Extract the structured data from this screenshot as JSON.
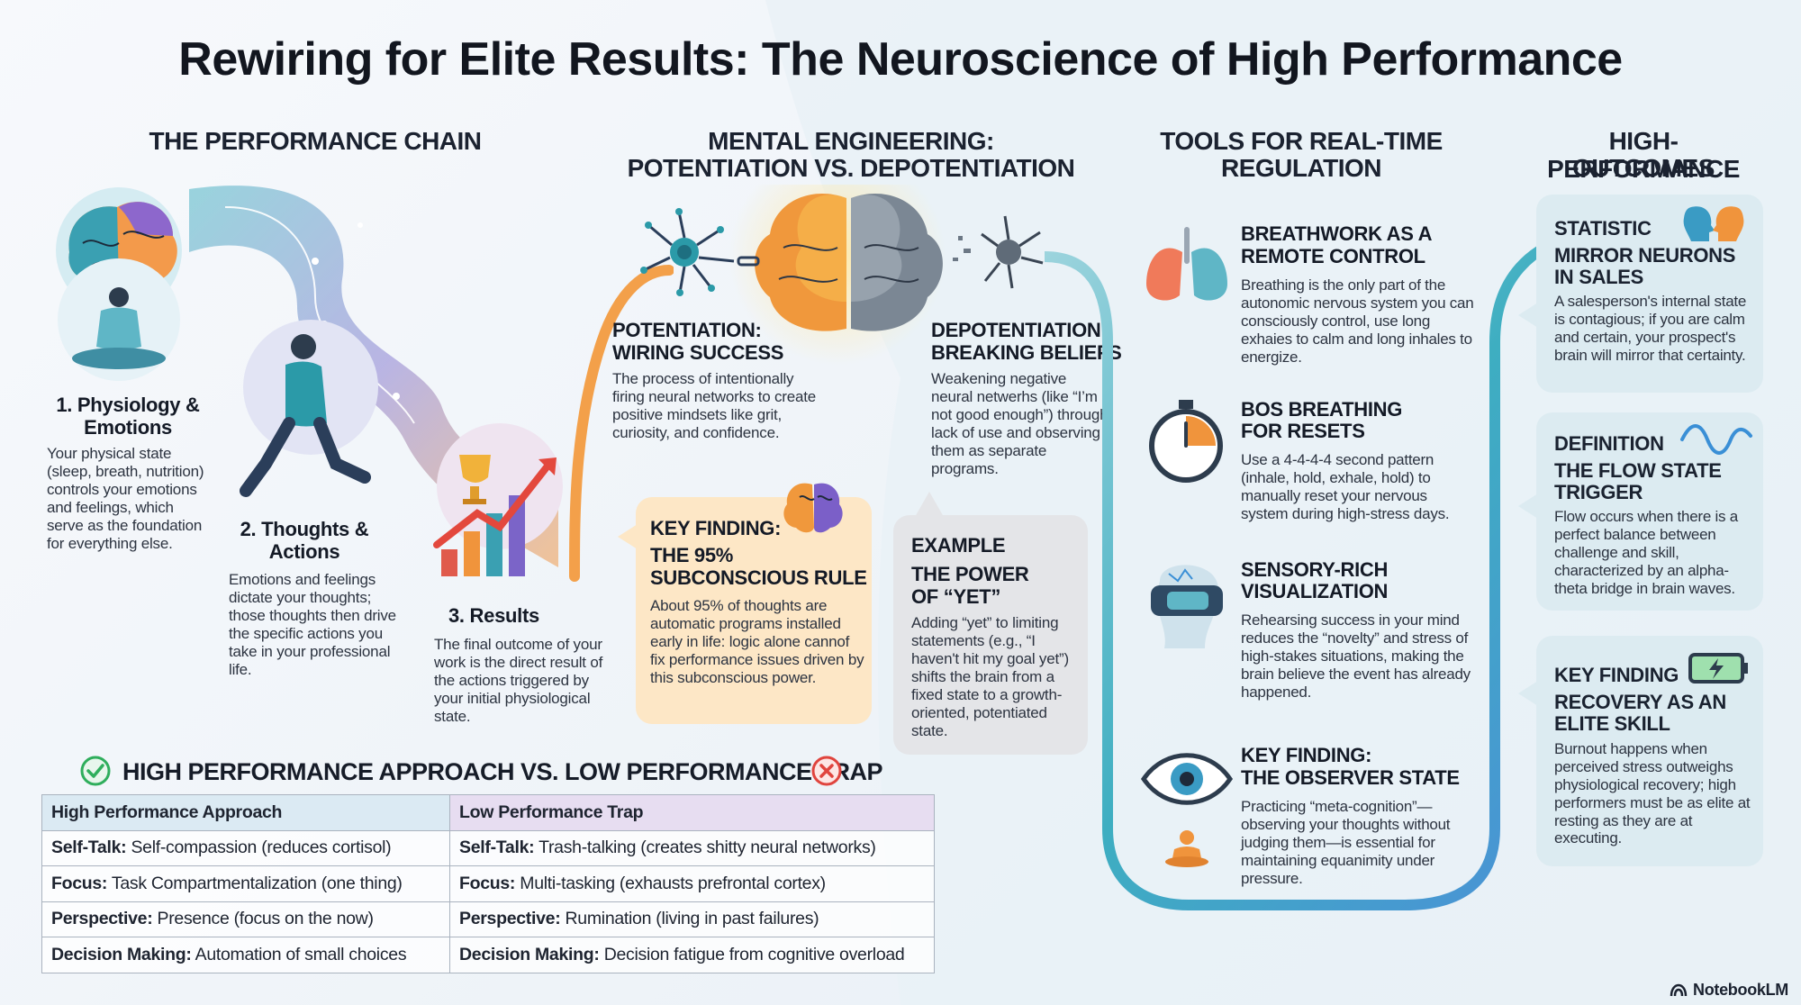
{
  "title": "Rewiring for Elite Results: The Neuroscience of High Performance",
  "chain": {
    "heading": "THE PERFORMANCE CHAIN",
    "steps": [
      {
        "title": "1. Physiology & Emotions",
        "text": "Your physical state (sleep, breath, nutrition) controls your emotions and feelings, which serve as the foundation for everything else."
      },
      {
        "title": "2. Thoughts & Actions",
        "text": "Emotions and feelings dictate your thoughts; those thoughts then drive the specific actions you take in your professional life."
      },
      {
        "title": "3. Results",
        "text": "The final outcome of your work is the direct result of the actions triggered by your initial physiological state."
      }
    ]
  },
  "mental": {
    "heading_line1": "MENTAL ENGINEERING:",
    "heading_line2": "POTENTIATION VS. DEPOTENTIATION",
    "potentiation": {
      "title_line1": "POTENTIATION:",
      "title_line2": "WIRING SUCCESS",
      "text": "The process of intentionally firing neural networks to create positive mindsets like grit, curiosity, and confidence."
    },
    "depotentiation": {
      "title_line1": "DEPOTENTIATION:",
      "title_line2": "BREAKING BELIEFS",
      "text": "Weakening negative neural netwerhs (like “I’m not good enough”) through lack of use and observing them as separate programs."
    },
    "key_finding": {
      "kicker": "KEY FINDING:",
      "title_line1": "THE 95%",
      "title_line2": "SUBCONSCIOUS RULE",
      "text": "About 95% of thoughts are automatic programs installed early in life: logic alone cannof fix performance issues driven by this subconscious power."
    },
    "example": {
      "kicker": "EXAMPLE",
      "title_line1": "THE POWER",
      "title_line2": "OF “YET”",
      "text": "Adding “yet” to limiting statements (e.g., “I haven't hit my goal yet”) shifts the brain from a fixed state to a growth-oriented, potentiated state."
    }
  },
  "tools": {
    "heading_line1": "TOOLS FOR REAL-TIME",
    "heading_line2": "REGULATION",
    "items": [
      {
        "icon": "lungs-icon",
        "title_line1": "BREATHWORK AS A",
        "title_line2": "REMOTE CONTROL",
        "text": "Breathing is the only part of the autonomic nervous system you can consciously control, use long exhaies to calm and long inhales to energize."
      },
      {
        "icon": "stopwatch-icon",
        "title_line1": "BOS BREATHING",
        "title_line2": "FOR RESETS",
        "text": "Use a 4-4-4-4 second pattern (inhale, hold, exhale, hold) to manually reset your nervous system during high-stress days."
      },
      {
        "icon": "vr-headset-icon",
        "title_line1": "SENSORY-RICH",
        "title_line2": "VISUALIZATION",
        "text": "Rehearsing success in your mind reduces the “novelty” and stress of high-stakes situations, making the brain believe the event has already happened."
      },
      {
        "icon": "eye-icon",
        "title_line1": "KEY FINDING:",
        "title_line2": "THE OBSERVER STATE",
        "text": "Practicing “meta-cognition”—observing your thoughts without judging them—is essential for maintaining equanimity under pressure."
      }
    ]
  },
  "outcomes": {
    "heading_line1": "HIGH-PERFORMANCE",
    "heading_line2": "OUTCOMES",
    "cards": [
      {
        "kicker": "STATISTIC",
        "title_line1": "MIRROR NEURONS",
        "title_line2": "IN SALES",
        "text": "A salesperson's internal state is contagious; if you are calm and certain, your prospect's brain will mirror that certainty."
      },
      {
        "kicker": "DEFINITION",
        "title_line1": "THE FLOW STATE",
        "title_line2": "TRIGGER",
        "text": "Flow occurs when there is a perfect balance between challenge and skill, characterized by an alpha-theta bridge in brain waves."
      },
      {
        "kicker": "KEY FINDING",
        "title_line1": "RECOVERY AS AN",
        "title_line2": "ELITE SKILL",
        "text": "Burnout happens when perceived stress outweighs physiological recovery; high performers must be as elite at resting as they are at executing."
      }
    ]
  },
  "comparison": {
    "heading": "HIGH PERFORMANCE APPROACH VS. LOW PERFORMANCE TRAP",
    "col_high": "High Performance Approach",
    "col_low": "Low Performance Trap",
    "rows": [
      {
        "label": "Self-Talk:",
        "high": "Self-compassion (reduces cortisol)",
        "low": "Trash-talking (creates shitty neural networks)"
      },
      {
        "label": "Focus:",
        "high": "Task Compartmentalization (one thing)",
        "low": "Multi-tasking (exhausts prefrontal cortex)"
      },
      {
        "label": "Perspective:",
        "high": "Presence (focus on the now)",
        "low": "Rumination (living in past failures)"
      },
      {
        "label": "Decision Making:",
        "high": "Automation of small choices",
        "low": "Decision fatigue from cognitive overload"
      }
    ]
  },
  "brand": "NotebookLM",
  "colors": {
    "orange": "#f59a3c",
    "teal": "#3aa9b8",
    "blue": "#4e8fd6",
    "purple": "#7a5cc8",
    "green": "#2fae5c",
    "red": "#e0443e"
  }
}
